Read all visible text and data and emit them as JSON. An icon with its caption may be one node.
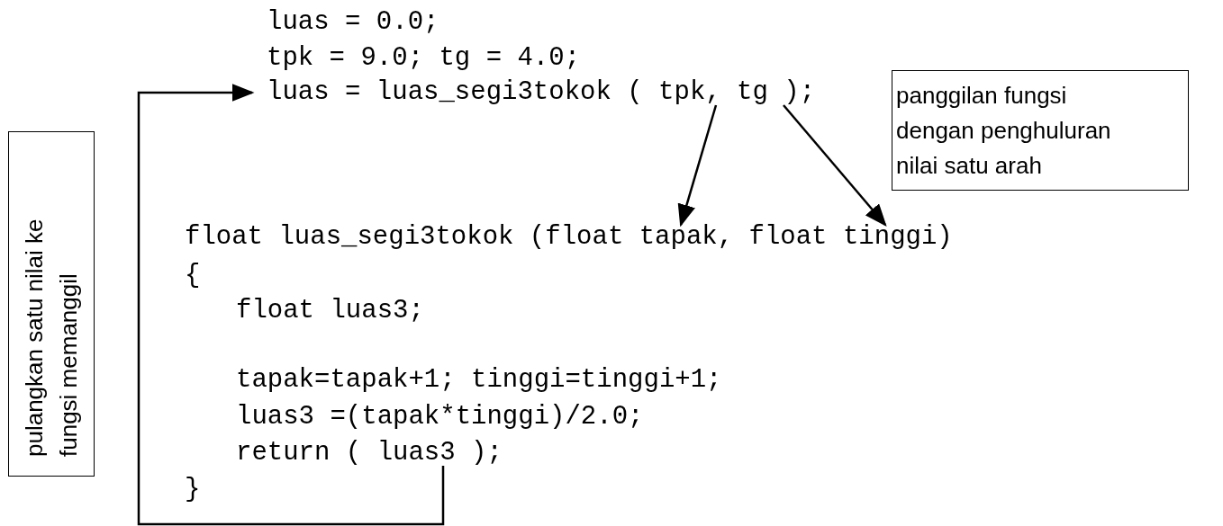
{
  "diagram": {
    "nodes": [
      {
        "text": [
          "luas = 0.0;"
        ]
      },
      {
        "text": [
          "tpk = 9.0; tg = 4.0;"
        ]
      },
      {
        "text": [
          "luas = luas_segi3tokok ( tpk, tg );"
        ]
      },
      {
        "text": [
          "panggilan fungsi dengan penghuluran nilai satu arah"
        ]
      },
      {
        "text": [
          "pulangkan satu nilai ke fungsi memanggil"
        ]
      },
      {
        "text": [
          "float luas_segi3tokok (float tapak, float tinggi)"
        ]
      },
      {
        "text": [
          "{"
        ]
      },
      {
        "text": [
          "float luas3;"
        ]
      },
      {
        "text": [
          "tapak=tapak+1; tinggi=tinggi+1;"
        ]
      },
      {
        "text": [
          "luas3 =(tapak*tinggi)/2.0;"
        ]
      },
      {
        "text": [
          "return ( luas3 );"
        ]
      },
      {
        "text": [
          "}"
        ]
      }
    ],
    "edges": [
      {
        "from": 2,
        "to": 5,
        "arrow": "to"
      },
      {
        "from": 2,
        "to": 5,
        "arrow": "to"
      },
      {
        "from": 10,
        "to": 2,
        "arrow": "to"
      }
    ]
  }
}
